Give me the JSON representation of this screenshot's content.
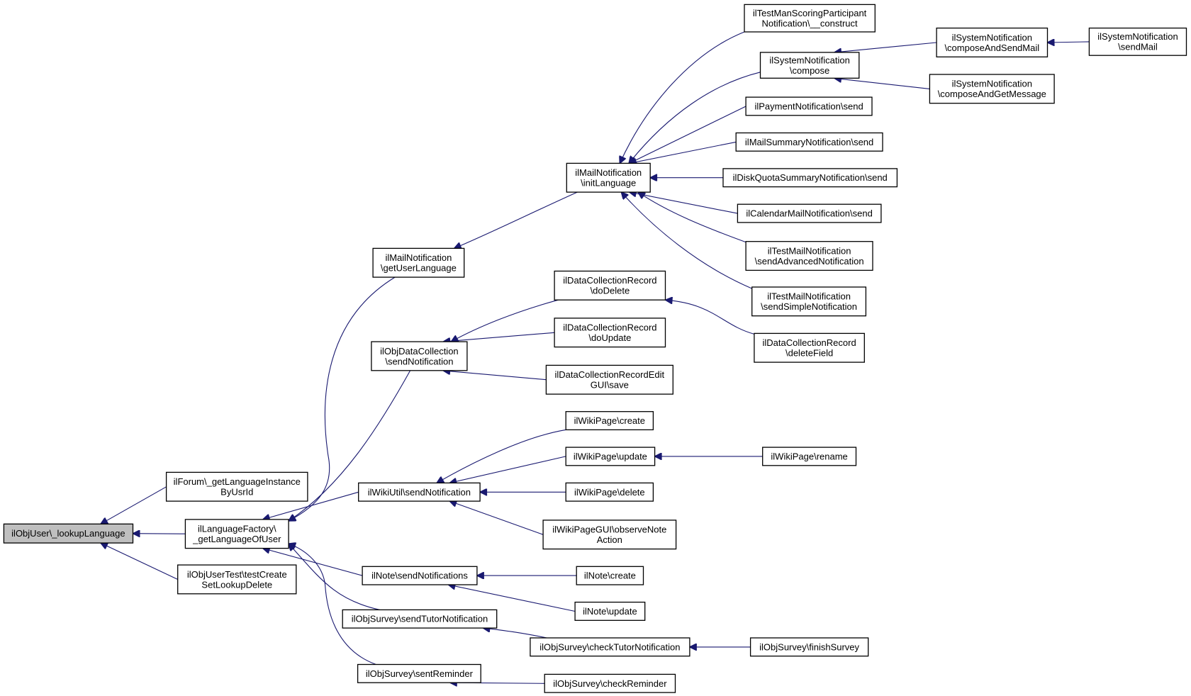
{
  "diagram": {
    "type": "caller-graph",
    "colors": {
      "edge": "#191970",
      "root_fill": "#bfbfbf",
      "node_fill": "#ffffff",
      "border": "#000000"
    },
    "nodes": [
      {
        "id": "root",
        "lines": [
          "ilObjUser\\_lookupLanguage"
        ]
      },
      {
        "id": "forum",
        "lines": [
          "ilForum\\_getLanguageInstance",
          "ByUsrId"
        ]
      },
      {
        "id": "langfactory",
        "lines": [
          "ilLanguageFactory\\",
          "_getLanguageOfUser"
        ]
      },
      {
        "id": "usertest",
        "lines": [
          "ilObjUserTest\\testCreate",
          "SetLookupDelete"
        ]
      },
      {
        "id": "mailgetuser",
        "lines": [
          "ilMailNotification",
          "\\getUserLanguage"
        ]
      },
      {
        "id": "dcsend",
        "lines": [
          "ilObjDataCollection",
          "\\sendNotification"
        ]
      },
      {
        "id": "wikisend",
        "lines": [
          "ilWikiUtil\\sendNotification"
        ]
      },
      {
        "id": "notesend",
        "lines": [
          "ilNote\\sendNotifications"
        ]
      },
      {
        "id": "surveytutor",
        "lines": [
          "ilObjSurvey\\sendTutorNotification"
        ]
      },
      {
        "id": "surveyreminder",
        "lines": [
          "ilObjSurvey\\sentReminder"
        ]
      },
      {
        "id": "mailinit",
        "lines": [
          "ilMailNotification",
          "\\initLanguage"
        ]
      },
      {
        "id": "dcrecdelete",
        "lines": [
          "ilDataCollectionRecord",
          "\\doDelete"
        ]
      },
      {
        "id": "dcrecupdate",
        "lines": [
          "ilDataCollectionRecord",
          "\\doUpdate"
        ]
      },
      {
        "id": "dcrecsave",
        "lines": [
          "ilDataCollectionRecordEdit",
          "GUI\\save"
        ]
      },
      {
        "id": "wikicreate",
        "lines": [
          "ilWikiPage\\create"
        ]
      },
      {
        "id": "wikiupdate",
        "lines": [
          "ilWikiPage\\update"
        ]
      },
      {
        "id": "wikidelete",
        "lines": [
          "ilWikiPage\\delete"
        ]
      },
      {
        "id": "wikiobserve",
        "lines": [
          "ilWikiPageGUI\\observeNote",
          "Action"
        ]
      },
      {
        "id": "notecreate",
        "lines": [
          "ilNote\\create"
        ]
      },
      {
        "id": "noteupdate",
        "lines": [
          "ilNote\\update"
        ]
      },
      {
        "id": "surveychecktutor",
        "lines": [
          "ilObjSurvey\\checkTutorNotification"
        ]
      },
      {
        "id": "surveycheckrem",
        "lines": [
          "ilObjSurvey\\checkReminder"
        ]
      },
      {
        "id": "testmanscoring",
        "lines": [
          "ilTestManScoringParticipant",
          "Notification\\__construct"
        ]
      },
      {
        "id": "syscompose",
        "lines": [
          "ilSystemNotification",
          "\\compose"
        ]
      },
      {
        "id": "paymentsend",
        "lines": [
          "ilPaymentNotification\\send"
        ]
      },
      {
        "id": "mailsummary",
        "lines": [
          "ilMailSummaryNotification\\send"
        ]
      },
      {
        "id": "diskquota",
        "lines": [
          "ilDiskQuotaSummaryNotification\\send"
        ]
      },
      {
        "id": "calendarmail",
        "lines": [
          "ilCalendarMailNotification\\send"
        ]
      },
      {
        "id": "testmailadv",
        "lines": [
          "ilTestMailNotification",
          "\\sendAdvancedNotification"
        ]
      },
      {
        "id": "testmailsimple",
        "lines": [
          "ilTestMailNotification",
          "\\sendSimpleNotification"
        ]
      },
      {
        "id": "dcrecdelfield",
        "lines": [
          "ilDataCollectionRecord",
          "\\deleteField"
        ]
      },
      {
        "id": "wikirename",
        "lines": [
          "ilWikiPage\\rename"
        ]
      },
      {
        "id": "surveyfinish",
        "lines": [
          "ilObjSurvey\\finishSurvey"
        ]
      },
      {
        "id": "syscomposesend",
        "lines": [
          "ilSystemNotification",
          "\\composeAndSendMail"
        ]
      },
      {
        "id": "syscomposeget",
        "lines": [
          "ilSystemNotification",
          "\\composeAndGetMessage"
        ]
      },
      {
        "id": "syssendmail",
        "lines": [
          "ilSystemNotification",
          "\\sendMail"
        ]
      }
    ],
    "edges": [
      [
        "forum",
        "root"
      ],
      [
        "langfactory",
        "root"
      ],
      [
        "usertest",
        "root"
      ],
      [
        "mailgetuser",
        "langfactory"
      ],
      [
        "dcsend",
        "langfactory"
      ],
      [
        "wikisend",
        "langfactory"
      ],
      [
        "notesend",
        "langfactory"
      ],
      [
        "surveytutor",
        "langfactory"
      ],
      [
        "surveyreminder",
        "langfactory"
      ],
      [
        "mailinit",
        "mailgetuser"
      ],
      [
        "dcrecdelete",
        "dcsend"
      ],
      [
        "dcrecupdate",
        "dcsend"
      ],
      [
        "dcrecsave",
        "dcsend"
      ],
      [
        "wikicreate",
        "wikisend"
      ],
      [
        "wikiupdate",
        "wikisend"
      ],
      [
        "wikidelete",
        "wikisend"
      ],
      [
        "wikiobserve",
        "wikisend"
      ],
      [
        "notecreate",
        "notesend"
      ],
      [
        "noteupdate",
        "notesend"
      ],
      [
        "surveychecktutor",
        "surveytutor"
      ],
      [
        "surveycheckrem",
        "surveyreminder"
      ],
      [
        "testmanscoring",
        "mailinit"
      ],
      [
        "syscompose",
        "mailinit"
      ],
      [
        "paymentsend",
        "mailinit"
      ],
      [
        "mailsummary",
        "mailinit"
      ],
      [
        "diskquota",
        "mailinit"
      ],
      [
        "calendarmail",
        "mailinit"
      ],
      [
        "testmailadv",
        "mailinit"
      ],
      [
        "testmailsimple",
        "mailinit"
      ],
      [
        "dcrecdelfield",
        "dcrecdelete"
      ],
      [
        "wikirename",
        "wikiupdate"
      ],
      [
        "surveyfinish",
        "surveychecktutor"
      ],
      [
        "syscomposesend",
        "syscompose"
      ],
      [
        "syscomposeget",
        "syscompose"
      ],
      [
        "syssendmail",
        "syscomposesend"
      ]
    ]
  }
}
